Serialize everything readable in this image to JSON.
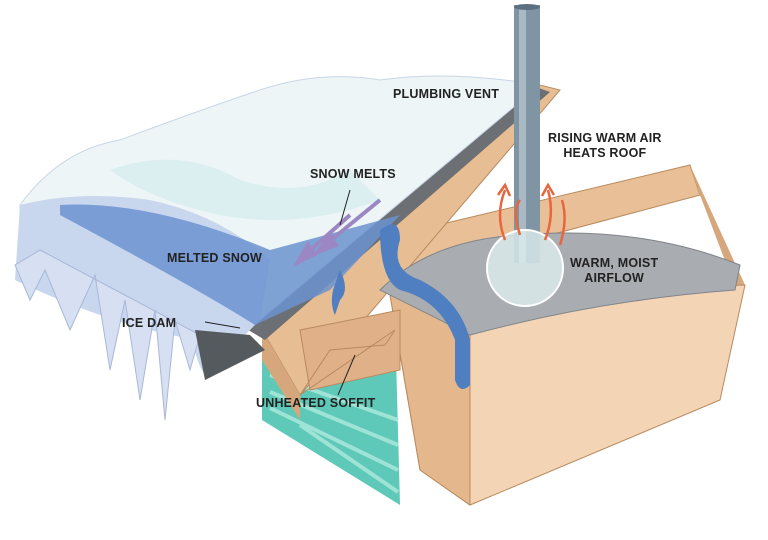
{
  "title": "Ice dam formation diagram",
  "labels": {
    "plumbing_vent": "PLUMBING VENT",
    "rising_air_1": "RISING WARM AIR",
    "rising_air_2": "HEATS ROOF",
    "snow_melts": "SNOW MELTS",
    "melted_snow": "MELTED SNOW",
    "airflow_1": "WARM, MOIST",
    "airflow_2": "AIRFLOW",
    "ice_dam": "ICE DAM",
    "soffit": "UNHEATED SOFFIT"
  },
  "colors": {
    "snow": "#eef5f7",
    "ice": "#c8d6ee",
    "meltwater": "#4f7fc0",
    "wood": "#edc9a3",
    "wood_dark": "#d6a77c",
    "insulation": "#a9acb0",
    "soffit": "#5ec9b8",
    "vent": "#7f95a4",
    "heat": "#e8663e",
    "arrow": "#9a87c4"
  }
}
